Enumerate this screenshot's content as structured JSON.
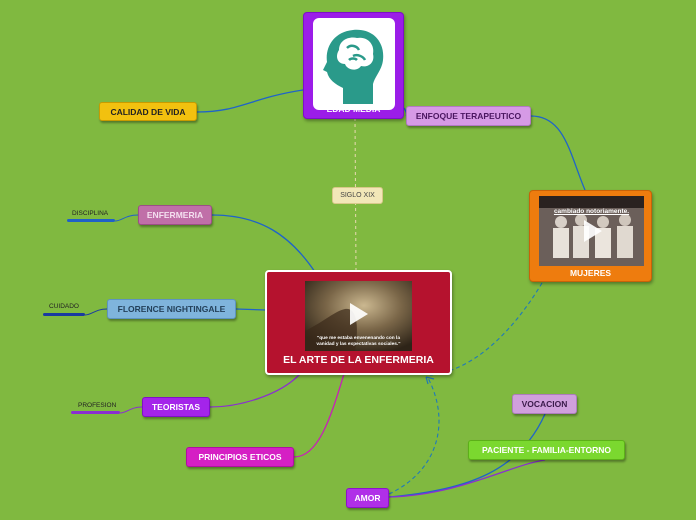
{
  "central": {
    "title": "EL ARTE DE LA ENFERMERIA",
    "video_quote": "\"que me estaba envenenando con la vanidad y las expectativas sociales.\""
  },
  "top": {
    "title": "EDAD MEDIA"
  },
  "connector_label": "SIGLO XIX",
  "women": {
    "title": "MUJERES",
    "video_text": "cambiado notoriamente."
  },
  "nodes": {
    "calidad": "CALIDAD DE VIDA",
    "enfoque": "ENFOQUE TERAPEUTICO",
    "enfermeria": "ENFERMERIA",
    "florence": "FLORENCE NIGHTINGALE",
    "teoristas": "TEORISTAS",
    "principios": "PRINCIPIOS ETICOS",
    "vocacion": "VOCACION",
    "paciente": "PACIENTE - FAMILIA-ENTORNO",
    "amor": "AMOR"
  },
  "labels": {
    "disciplina": "DISCIPLINA",
    "cuidado": "CUIDADO",
    "profesion": "PROFESION"
  },
  "colors": {
    "background": "#80b940",
    "central": "#b5122e",
    "top": "#9b1de8",
    "women": "#ee7c0e",
    "calidad": "#f2c10f",
    "enfoque": "#d69ae6",
    "enfermeria": "#c06fa8",
    "florence": "#7fb4dc",
    "teoristas": "#a424ea",
    "principios": "#d51fc4",
    "vocacion": "#d0a0dd",
    "paciente": "#7bd82f",
    "amor": "#b02fe8"
  }
}
